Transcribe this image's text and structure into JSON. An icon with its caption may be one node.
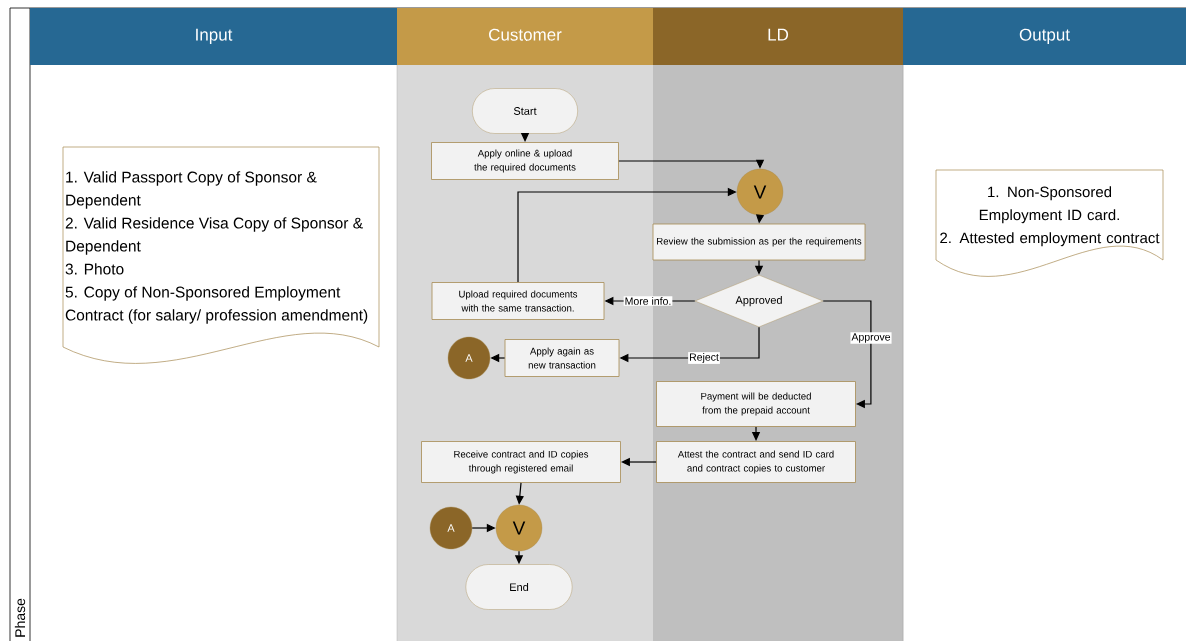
{
  "diagram": {
    "nodes": [
      {
        "text": [
          "Input"
        ]
      },
      {
        "text": [
          "Customer"
        ]
      },
      {
        "text": [
          "LD"
        ]
      },
      {
        "text": [
          "Output"
        ]
      },
      {
        "text": [
          "1. Valid Passport Copy of Sponsor & Dependent",
          "2. Valid Residence Visa Copy of Sponsor & Dependent",
          "3. Photo",
          "5. Copy of Non-Sponsored Employment Contract (for salary/ profession amendment)"
        ]
      },
      {
        "text": [
          "1. Non-Sponsored Employment ID card.",
          "2. Attested employment contract"
        ]
      },
      {
        "text": [
          "Start"
        ]
      },
      {
        "text": [
          "Apply online & upload the required documents"
        ]
      },
      {
        "text": [
          "V"
        ]
      },
      {
        "text": [
          "Review the submission as per the requirements"
        ]
      },
      {
        "text": [
          "Approved"
        ]
      },
      {
        "text": [
          "Upload required documents with the same transaction."
        ]
      },
      {
        "text": [
          "Apply again as new transaction"
        ]
      },
      {
        "text": [
          "A"
        ]
      },
      {
        "text": [
          "Payment will be deducted from the prepaid account"
        ]
      },
      {
        "text": [
          "Attest the contract and send ID card and contract copies to customer"
        ]
      },
      {
        "text": [
          "Receive contract and ID copies through registered email"
        ]
      },
      {
        "text": [
          "A"
        ]
      },
      {
        "text": [
          "V"
        ]
      },
      {
        "text": [
          "End"
        ]
      }
    ],
    "edges": [
      {
        "from": 6,
        "to": 7,
        "arrow": "to"
      },
      {
        "from": 7,
        "to": 8,
        "arrow": "to"
      },
      {
        "from": 11,
        "to": 8,
        "arrow": "to"
      },
      {
        "from": 8,
        "to": 9,
        "arrow": "to"
      },
      {
        "from": 9,
        "to": 10,
        "arrow": "to"
      },
      {
        "from": 10,
        "to": 11,
        "arrow": "to",
        "label": "More info."
      },
      {
        "from": 10,
        "to": 12,
        "arrow": "to",
        "label": "Reject"
      },
      {
        "from": 12,
        "to": 13,
        "arrow": "to"
      },
      {
        "from": 10,
        "to": 14,
        "arrow": "to",
        "label": "Approve"
      },
      {
        "from": 14,
        "to": 15,
        "arrow": "to"
      },
      {
        "from": 15,
        "to": 16,
        "arrow": "to"
      },
      {
        "from": 16,
        "to": 18,
        "arrow": "to"
      },
      {
        "from": 17,
        "to": 18,
        "arrow": "to"
      },
      {
        "from": 18,
        "to": 19,
        "arrow": "to"
      }
    ],
    "labels": [
      "Phase"
    ]
  }
}
